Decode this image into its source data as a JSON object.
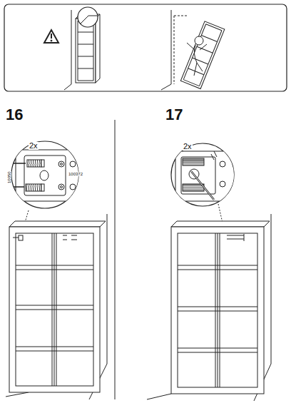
{
  "diagram": {
    "labels": [
      "16",
      "2x",
      "100372",
      "10050",
      "17",
      "2x"
    ]
  }
}
